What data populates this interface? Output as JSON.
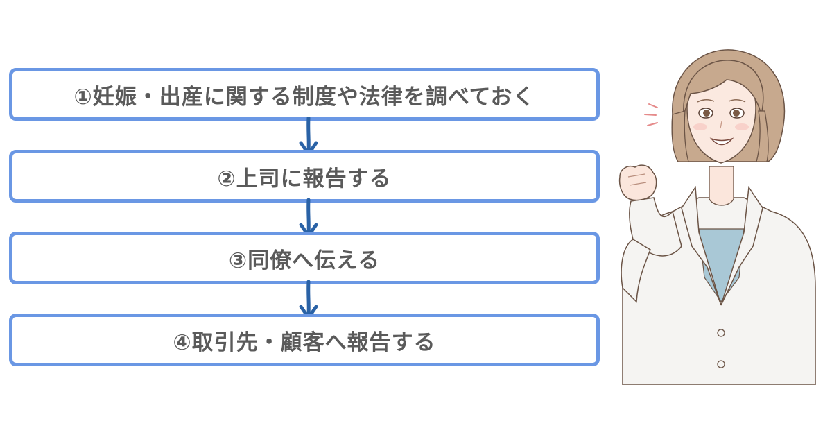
{
  "flow": {
    "steps": [
      {
        "label": "①妊娠・出産に関する制度や法律を調べておく"
      },
      {
        "label": "②上司に報告する"
      },
      {
        "label": "③同僚へ伝える"
      },
      {
        "label": "④取引先・顧客へ報告する"
      }
    ]
  },
  "colors": {
    "box_border": "#6a97e4",
    "arrow": "#2a62a6",
    "text": "#5a5a5a",
    "hair": "#c7a98e",
    "jacket": "#f5f4f2",
    "blouse": "#a9c8d6"
  }
}
